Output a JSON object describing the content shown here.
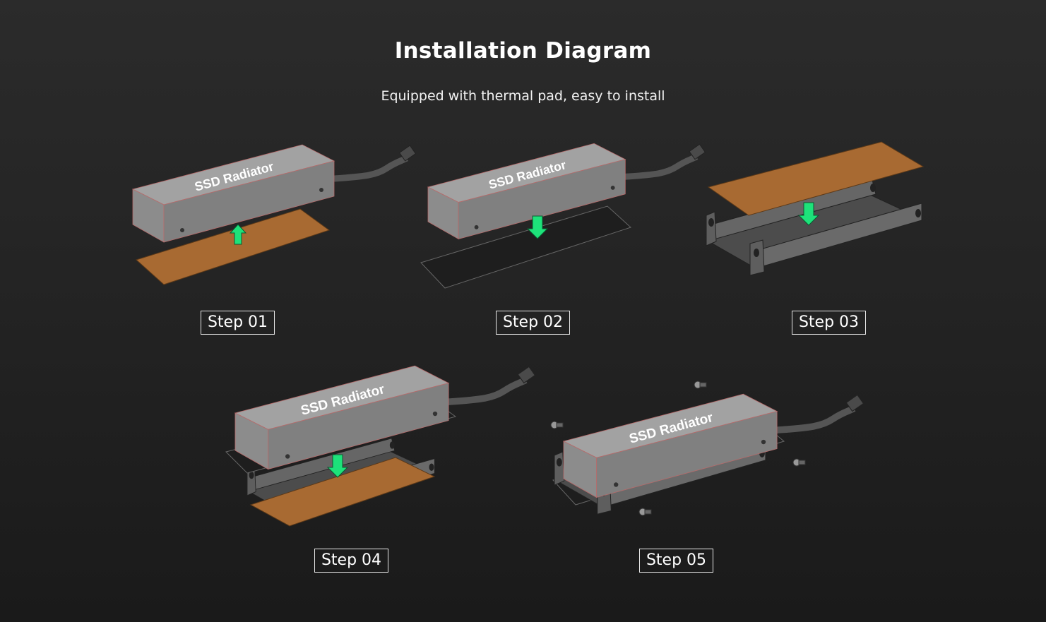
{
  "header": {
    "title": "Installation Diagram",
    "subtitle": "Equipped with thermal pad, easy to install"
  },
  "steps": [
    {
      "label": "Step 01"
    },
    {
      "label": "Step 02"
    },
    {
      "label": "Step 03"
    },
    {
      "label": "Step 04"
    },
    {
      "label": "Step 05"
    }
  ],
  "illustration": {
    "radiator_label": "SSD Radiator",
    "colors": {
      "radiator": "#9a9a9a",
      "thermal_pad": "#a86a32",
      "arrow": "#1de27a",
      "bracket": "#5a5a5a"
    }
  }
}
